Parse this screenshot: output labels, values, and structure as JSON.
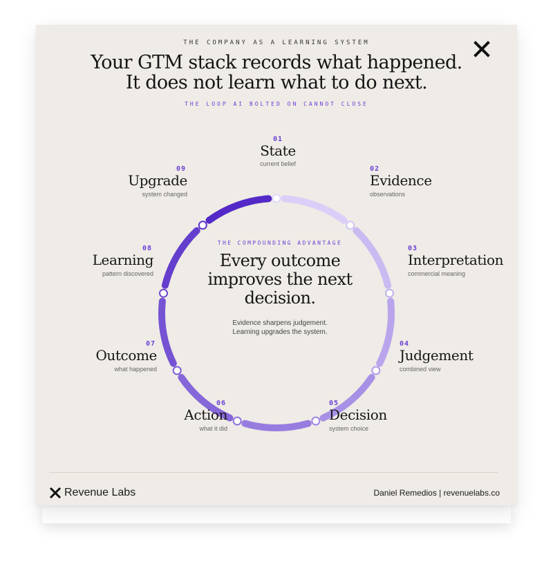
{
  "header": {
    "eyebrow": "THE COMPANY AS A LEARNING SYSTEM",
    "headline_line1": "Your GTM stack records what happened.",
    "headline_line2": "It does not learn what to do next.",
    "subhead": "THE LOOP AI BOLTED ON CANNOT CLOSE",
    "close_icon": "x-icon"
  },
  "center": {
    "kicker": "THE COMPOUNDING ADVANTAGE",
    "headline_line1": "Every outcome",
    "headline_line2": "improves the next",
    "headline_line3": "decision.",
    "body_line1": "Evidence sharpens judgement.",
    "body_line2": "Learning upgrades the system."
  },
  "loop": {
    "colors": {
      "start": "#e2d9fb",
      "end": "#4b1fc4",
      "accent": "#6a3fd6"
    },
    "steps": [
      {
        "number": "01",
        "title": "State",
        "desc": "current belief"
      },
      {
        "number": "02",
        "title": "Evidence",
        "desc": "observations"
      },
      {
        "number": "03",
        "title": "Interpretation",
        "desc": "commercial meaning"
      },
      {
        "number": "04",
        "title": "Judgement",
        "desc": "combined view"
      },
      {
        "number": "05",
        "title": "Decision",
        "desc": "system choice"
      },
      {
        "number": "06",
        "title": "Action",
        "desc": "what it did"
      },
      {
        "number": "07",
        "title": "Outcome",
        "desc": "what happened"
      },
      {
        "number": "08",
        "title": "Learning",
        "desc": "pattern discovered"
      },
      {
        "number": "09",
        "title": "Upgrade",
        "desc": "system changed"
      }
    ]
  },
  "footer": {
    "brand": "Revenue Labs",
    "brand_icon": "x-logo-icon",
    "byline": "Daniel Remedios | revenuelabs.co"
  }
}
